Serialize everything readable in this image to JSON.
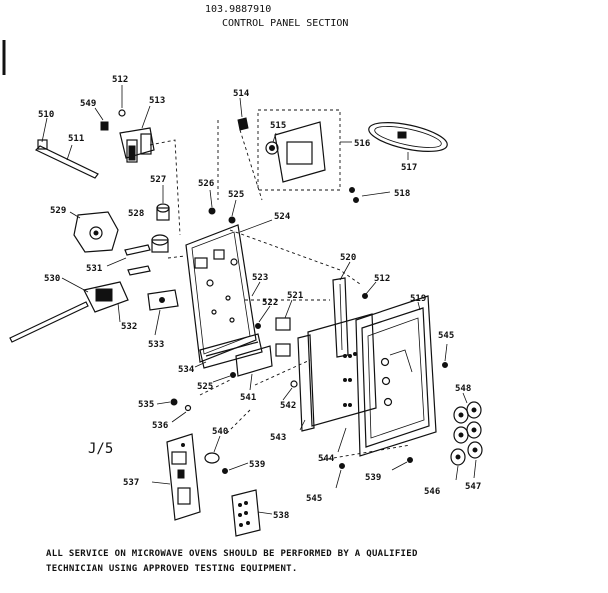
{
  "header": {
    "model_number": "103.9887910",
    "section_title": "CONTROL PANEL SECTION"
  },
  "marker": "J/5",
  "footer": {
    "line1": "ALL SERVICE ON MICROWAVE OVENS SHOULD BE PERFORMED BY A QUALIFIED",
    "line2": "TECHNICIAN USING APPROVED TESTING EQUIPMENT."
  },
  "part_labels": [
    "512",
    "549",
    "513",
    "510",
    "511",
    "527",
    "529",
    "528",
    "526",
    "525",
    "514",
    "515",
    "516",
    "517",
    "518",
    "524",
    "531",
    "530",
    "532",
    "533",
    "523",
    "522",
    "521",
    "520",
    "512",
    "519",
    "545",
    "534",
    "525",
    "541",
    "542",
    "535",
    "536",
    "540",
    "539",
    "537",
    "538",
    "543",
    "544",
    "545",
    "539",
    "546",
    "547",
    "548"
  ]
}
